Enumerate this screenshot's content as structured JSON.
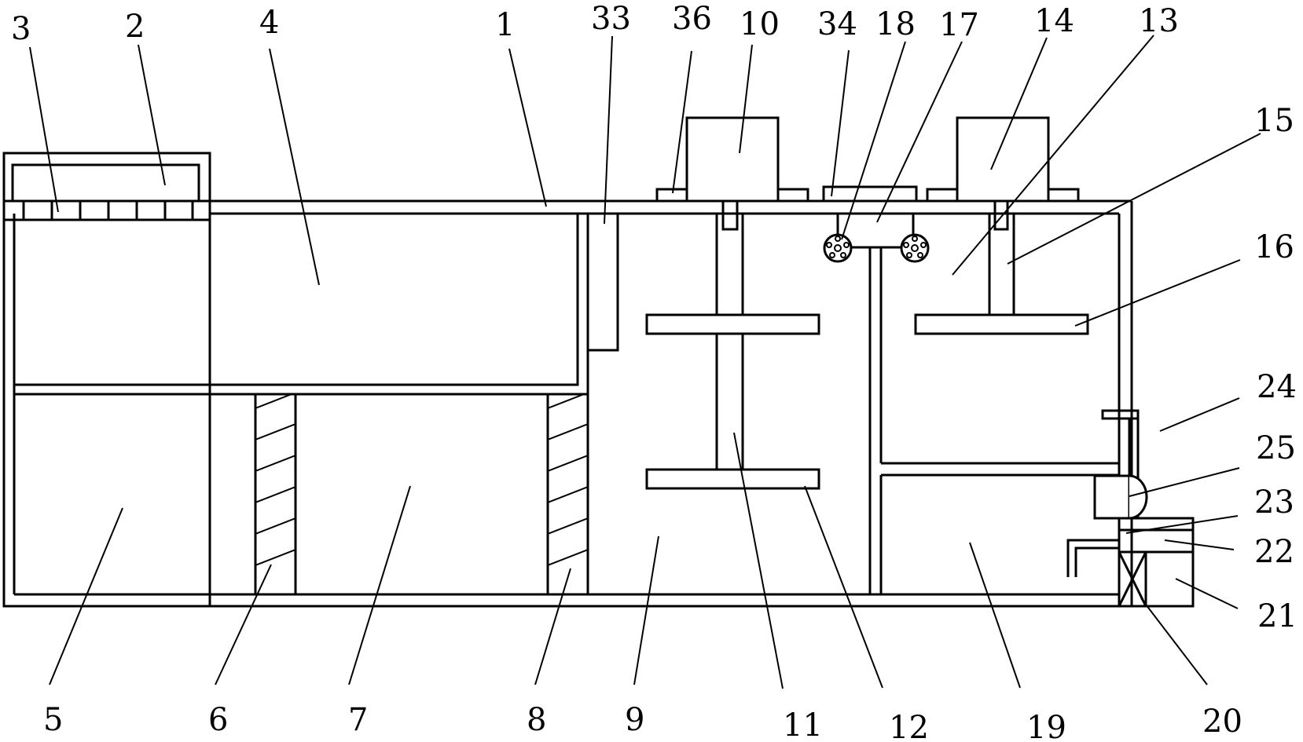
{
  "labels": {
    "l1": "1",
    "l2": "2",
    "l3": "3",
    "l4": "4",
    "l5": "5",
    "l6": "6",
    "l7": "7",
    "l8": "8",
    "l9": "9",
    "l10": "10",
    "l11": "11",
    "l12": "12",
    "l13": "13",
    "l14": "14",
    "l15": "15",
    "l16": "16",
    "l17": "17",
    "l18": "18",
    "l19": "19",
    "l20": "20",
    "l21": "21",
    "l22": "22",
    "l23": "23",
    "l24": "24",
    "l25": "25",
    "l33": "33",
    "l34": "34",
    "l36": "36"
  },
  "colors": {
    "stroke": "#000000",
    "background": "#ffffff"
  }
}
